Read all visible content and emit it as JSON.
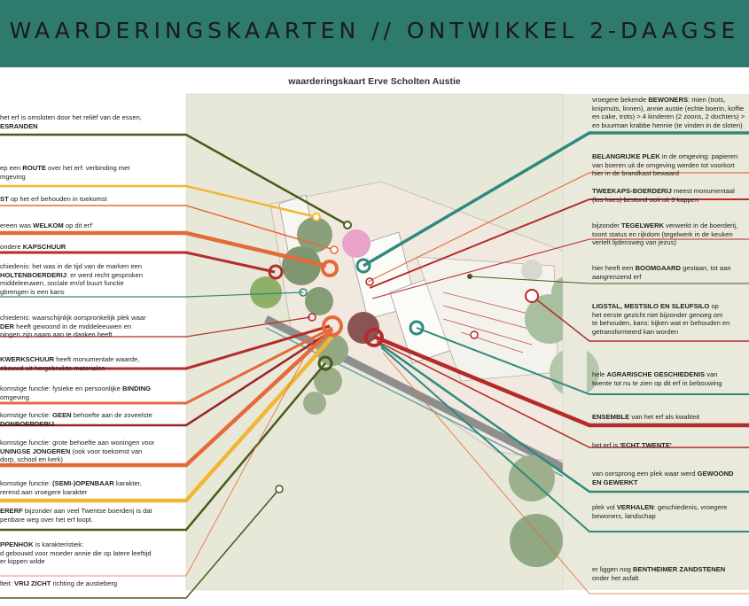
{
  "header": {
    "title": "WAARDERINGSKAARTEN // ONTWIKKEL 2-DAAGSE",
    "bg": "#2e7a6d"
  },
  "subtitle": "waarderingskaart Erve Scholten Austie",
  "colors": {
    "olive": "#4b5a1b",
    "yellow": "#f2b634",
    "orange": "#e56a3a",
    "red": "#b52b2b",
    "darkred": "#9a2323",
    "teal": "#2e8a7d",
    "pink": "#e9a3c9"
  },
  "left_labels": [
    {
      "id": "l1",
      "pre": "het erf is omsloten door het reliëf van de essen,",
      "bold": "ESRANDEN",
      "post": ""
    },
    {
      "id": "l2",
      "pre": "ep een ",
      "bold": "ROUTE",
      "post": " over het erf: verbinding met",
      "line2": "mgeving"
    },
    {
      "id": "l3",
      "pre": "",
      "bold": "ST",
      "post": " op het erf behouden in toekomst"
    },
    {
      "id": "l4",
      "pre": "ereen was ",
      "bold": "WELKOM",
      "post": " op dit erf'"
    },
    {
      "id": "l5",
      "pre": "ondere ",
      "bold": "KAPSCHUUR",
      "post": ""
    },
    {
      "id": "l6",
      "pre": "chiedenis: het was in de tijd van de marken een",
      "bold": "",
      "post": ""
    },
    {
      "id": "l6b",
      "pre": "",
      "bold": "HOLTENBOERDERIJ",
      "post": ": er werd recht gesproken"
    },
    {
      "id": "l6c",
      "pre": "middeleeuwen,  sociale en/of buurt functie",
      "bold": "",
      "post": ""
    },
    {
      "id": "l6d",
      "pre": "gbrengen is een kans",
      "bold": "",
      "post": ""
    },
    {
      "id": "l7",
      "pre": "chiedenis: waarschijnlijk oorspronkelijk plek waar",
      "bold": "",
      "post": ""
    },
    {
      "id": "l7b",
      "pre": "",
      "bold": "DER",
      "post": " heeft gewoond in de middeleeuwen en"
    },
    {
      "id": "l7c",
      "pre": "ningen zijn naam aan te danken heeft",
      "bold": "",
      "post": ""
    },
    {
      "id": "l8",
      "pre": "",
      "bold": "KWERKSCHUUR",
      "post": " heeft monumentale waarde,"
    },
    {
      "id": "l8b",
      "pre": "ebouwd uit hergebruikte materialen",
      "bold": "",
      "post": ""
    },
    {
      "id": "l9",
      "pre": "komstige functie: fysieke en persoonlijke ",
      "bold": "BINDING",
      "post": ""
    },
    {
      "id": "l9b",
      "pre": " omgeving",
      "bold": "",
      "post": ""
    },
    {
      "id": "l10",
      "pre": "komstige functie: ",
      "bold": "GEEN",
      "post": " behoefte aan de zoveelste"
    },
    {
      "id": "l10b",
      "pre": "",
      "bold": "DONBOERDERIJ",
      "post": ""
    },
    {
      "id": "l11",
      "pre": "komstige functie: grote behoefte aan woningen voor",
      "bold": "",
      "post": ""
    },
    {
      "id": "l11b",
      "pre": "",
      "bold": "UNINGSE JONGEREN",
      "post": " (ook voor toekomst van"
    },
    {
      "id": "l11c",
      "pre": "dorp, school en kerk)",
      "bold": "",
      "post": ""
    },
    {
      "id": "l12",
      "pre": "komstige functie: ",
      "bold": "(SEMI-)OPENBAAR",
      "post": " karakter,"
    },
    {
      "id": "l12b",
      "pre": "rerend aan vroegere karakter",
      "bold": "",
      "post": ""
    },
    {
      "id": "l13",
      "pre": "",
      "bold": "ERERF",
      "post": " bijzonder aan  veel Twentse boerderij is dat"
    },
    {
      "id": "l13b",
      "pre": "penbare weg over het erf loopt.",
      "bold": "",
      "post": ""
    },
    {
      "id": "l14",
      "pre": "",
      "bold": "PPENHOK",
      "post": " is karakteristiek:"
    },
    {
      "id": "l14b",
      "pre": "d gebouwd voor moeder annie die op latere leeftijd",
      "bold": "",
      "post": ""
    },
    {
      "id": "l14c",
      "pre": "er kippen wilde",
      "bold": "",
      "post": ""
    },
    {
      "id": "l15",
      "pre": "lteit: ",
      "bold": "VRIJ ZICHT",
      "post": " richting de austieberg"
    }
  ],
  "right_labels": [
    {
      "id": "r1",
      "pre": "vroegere bekende ",
      "bold": "BEWONERS",
      "post": ": mien (trots,"
    },
    {
      "id": "r1b",
      "pre": "knipmuts, linnen), annie austie (echte boerin, koffie",
      "bold": "",
      "post": ""
    },
    {
      "id": "r1c",
      "pre": "en cake, trots) > 4 kinderen (2 zoons, 2 dochters) >",
      "bold": "",
      "post": ""
    },
    {
      "id": "r1d",
      "pre": "en buurman krabbe hennie (te vinden in de sloten)",
      "bold": "",
      "post": ""
    },
    {
      "id": "r2",
      "pre": "",
      "bold": "BELANGRIJKE PLEK",
      "post": " in de omgeving: papieren"
    },
    {
      "id": "r2b",
      "pre": "van boeren uit de omgeving werden tot voorkort",
      "bold": "",
      "post": ""
    },
    {
      "id": "r2c",
      "pre": "hier in de brandkast bewaard",
      "bold": "",
      "post": ""
    },
    {
      "id": "r3",
      "pre": "",
      "bold": "TWEEKAPS-BOERDERIJ",
      "post": " meest monumentaal"
    },
    {
      "id": "r3b",
      "pre": "(los hoes) bestond ooit uit 3 kappen",
      "bold": "",
      "post": ""
    },
    {
      "id": "r4",
      "pre": "bijzonder ",
      "bold": "TEGELWERK",
      "post": " verwerkt in de boerderij,"
    },
    {
      "id": "r4b",
      "pre": "toont status en rijkdom (tegelwerk in de keuken",
      "bold": "",
      "post": ""
    },
    {
      "id": "r4c",
      "pre": "vertelt lijdensweg van jezus)",
      "bold": "",
      "post": ""
    },
    {
      "id": "r5",
      "pre": "hier heeft een ",
      "bold": "BOOMGAARD",
      "post": " gestaan, tot aan"
    },
    {
      "id": "r5b",
      "pre": "aangrenzend erf",
      "bold": "",
      "post": ""
    },
    {
      "id": "r6",
      "pre": "",
      "bold": "LIGSTAL, MESTSILO EN SLEUFSILO",
      "post": " op"
    },
    {
      "id": "r6b",
      "pre": "het eerste gezicht niet bijzonder genoeg om",
      "bold": "",
      "post": ""
    },
    {
      "id": "r6c",
      "pre": "te behouden, kans: kijken wat er behouden en",
      "bold": "",
      "post": ""
    },
    {
      "id": "r6d",
      "pre": "getransformeerd kan worden",
      "bold": "",
      "post": ""
    },
    {
      "id": "r7",
      "pre": "hele ",
      "bold": "AGRARISCHE GESCHIEDENIS",
      "post": " van"
    },
    {
      "id": "r7b",
      "pre": "twente tot nu te zien op dit erf in bebouwing",
      "bold": "",
      "post": ""
    },
    {
      "id": "r8",
      "pre": "",
      "bold": "ENSEMBLE",
      "post": " van het erf als kwaliteit"
    },
    {
      "id": "r9",
      "pre": "het erf is ",
      "bold": "'ECHT TWENTE'",
      "post": ""
    },
    {
      "id": "r10",
      "pre": "van oorsprong een plek waar werd ",
      "bold": "GEWOOND",
      "post": ""
    },
    {
      "id": "r10b",
      "pre": "",
      "bold": "EN GEWERKT",
      "post": ""
    },
    {
      "id": "r11",
      "pre": "plek vol ",
      "bold": "VERHALEN",
      "post": ": geschiedenis, vroegere"
    },
    {
      "id": "r11b",
      "pre": "bewoners, landschap",
      "bold": "",
      "post": ""
    },
    {
      "id": "r12",
      "pre": "er liggen nog ",
      "bold": "BENTHEIMER ZANDSTENEN",
      "post": ""
    },
    {
      "id": "r12b",
      "pre": "onder het asfalt",
      "bold": "",
      "post": ""
    }
  ]
}
